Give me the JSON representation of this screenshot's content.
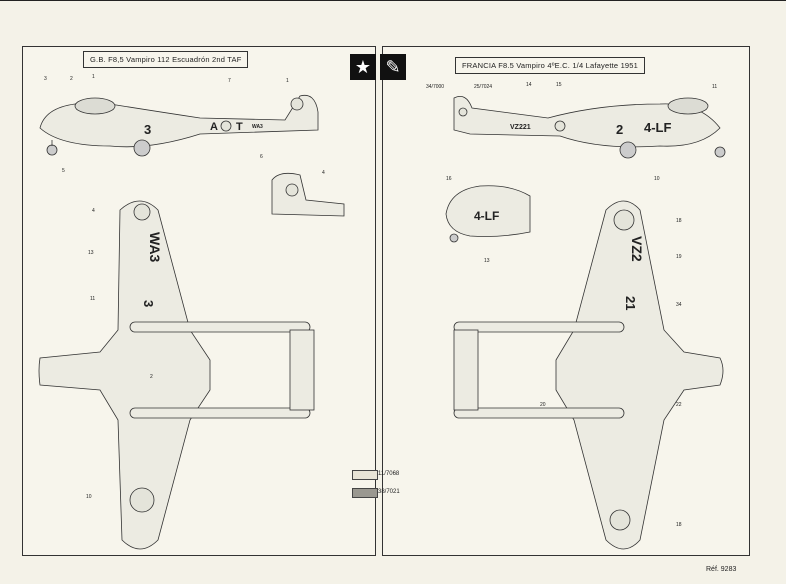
{
  "left_panel": {
    "title": "G.B.  F8,5 Vampiro 112 Escuadrón  2nd TAF",
    "side_codes": [
      "A",
      "T"
    ],
    "side_serial": "WA3",
    "wing_serial": "WA3",
    "aircraft_letter": "3",
    "callouts": [
      "3",
      "2",
      "1",
      "7",
      "1",
      "5",
      "6",
      "4",
      "4",
      "13",
      "11",
      "2",
      "10"
    ]
  },
  "right_panel": {
    "title": "FRANCIA  F8.5 Vampiro  4ºE.C. 1/4 Lafayette 1951",
    "side_code": "4-LF",
    "side_number": "2",
    "side_serial": "VZ221",
    "wing_serial": "VZ2",
    "wing_number": "21",
    "callouts": [
      "34/7000",
      "25/7024",
      "14",
      "15",
      "11",
      "10",
      "16",
      "13",
      "18",
      "19",
      "34",
      "20",
      "22",
      "18"
    ]
  },
  "legend": {
    "items": [
      {
        "code": "11/7068",
        "color": "#e8e4d6"
      },
      {
        "code": "38/7021",
        "color": "#9a9890"
      }
    ]
  },
  "reference": "Réf. 9283",
  "logos": [
    "star-icon",
    "brush-icon"
  ]
}
